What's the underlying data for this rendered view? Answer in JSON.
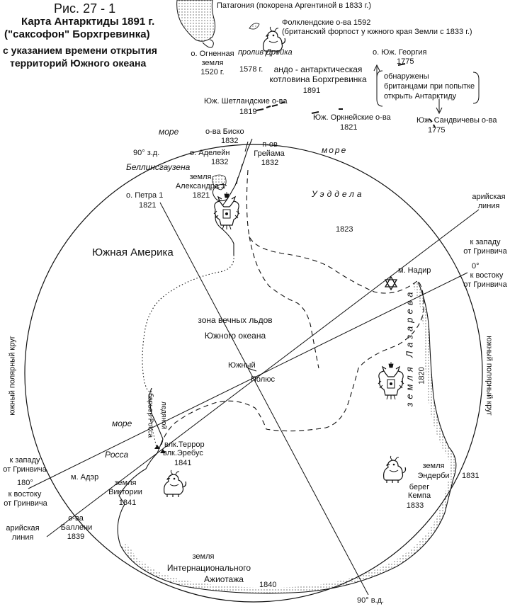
{
  "title": {
    "figure": "Рис. 27 - 1",
    "line1": "Карта Антарктиды 1891 г.",
    "line2": "(\"саксофон\" Борхгревинка)",
    "line3": "с указанием времени открытия",
    "line4": "территорий Южного океана"
  },
  "labels": {
    "patagonia": "Патагония (покорена Аргентиной в 1833 г.)",
    "falklands_1": "Фолклендские о-ва 1592",
    "falklands_2": "(британский форпост у южного края Земли с 1833 г.)",
    "fire_land_1": "о. Огненная",
    "fire_land_2": "земля",
    "fire_land_3": "1520 г.",
    "drake_1": "пролив Дрейка",
    "drake_2": "1578 г.",
    "basin_1": "андо - антарктическая",
    "basin_2": "котловина  Борхгревинка",
    "basin_3": "1891",
    "s_georgia_1": "о. Юж. Георгия",
    "s_georgia_2": "1775",
    "british_1": "обнаружены",
    "british_2": "британцами при попытке",
    "british_3": "открыть Антарктиду",
    "s_shetland_1": "Юж. Шетландские о-ва",
    "s_shetland_2": "1819",
    "s_orkney_1": "Юж. Оркнейские о-ва",
    "s_orkney_2": "1821",
    "s_sandwich_1": "Юж. Сандвичевы о-ва",
    "s_sandwich_2": "1775",
    "sea_bell_1": "море",
    "sea_bell_2": "Беллинсгаузена",
    "bisco_1": "о-ва Биско",
    "bisco_2": "1832",
    "adelaide_1": "о. Аделейн",
    "adelaide_2": "1832",
    "graham_1": "п-ов",
    "graham_2": "Грейама",
    "graham_3": "1832",
    "sea_weddell_1": "море",
    "sea_weddell_2": "Уэддела",
    "weddell_year": "1823",
    "deg90w": "90° з.д.",
    "alexander_1": "земля",
    "alexander_2": "Александра 1",
    "alexander_3": "1821",
    "peter_1": "о. Петра 1",
    "peter_2": "1821",
    "aryan_ne_1": "арийская",
    "aryan_ne_2": "линия",
    "west_gr_ne_1": "к западу",
    "west_gr_ne_2": "от Гринвича",
    "deg0": "0°",
    "east_gr_ne_1": "к востоку",
    "east_gr_ne_2": "от Гринвича",
    "nadir": "м. Надир",
    "south_america": "Южная Америка",
    "ice_zone_1": "зона вечных льдов",
    "ice_zone_2": "Южного океана",
    "pole_1": "Южный",
    "pole_2": "Полюс",
    "lazarev": "земля  Лазарева",
    "lazarev_year": "1820",
    "polar_circle_left": "южный полярный круг",
    "polar_circle_right": "южный полярный круг",
    "ice_barrier_1": "ледяной",
    "ice_barrier_2": "барьер Росса",
    "sea_ross_1": "море",
    "sea_ross_2": "Росса",
    "terror_1": "влк.Террор",
    "terror_2": "влк.Эребус",
    "terror_3": "1841",
    "west_gr_sw_1": "к западу",
    "west_gr_sw_2": "от Гринвича",
    "deg180": "180°",
    "east_gr_sw_1": "к востоку",
    "east_gr_sw_2": "от Гринвича",
    "adare": "м. Адэр",
    "victoria_1": "земля",
    "victoria_2": "Виктории",
    "victoria_3": "1841",
    "enderby_1": "земля",
    "enderby_2": "Эндерби",
    "enderby_year": "1831",
    "kemp_1": "берег",
    "kemp_2": "Кемпа",
    "kemp_3": "1833",
    "aryan_sw_1": "арийская",
    "aryan_sw_2": "линия",
    "balleny_1": "о-ва",
    "balleny_2": "Баллени",
    "balleny_3": "1839",
    "intl_1": "земля",
    "intl_2": "Интернационального",
    "intl_3": "Ажиотажа",
    "intl_year": "1840",
    "deg90e": "90° в.д."
  },
  "icons": {
    "eagle_1": "double-headed-eagle-icon",
    "eagle_2": "double-headed-eagle-icon",
    "lion_1": "lion-crest-icon",
    "lion_2": "lion-crest-icon",
    "lion_3": "lion-crest-icon",
    "star": "star-of-david-icon"
  },
  "colors": {
    "ink": "#111111",
    "paper": "#ffffff"
  }
}
